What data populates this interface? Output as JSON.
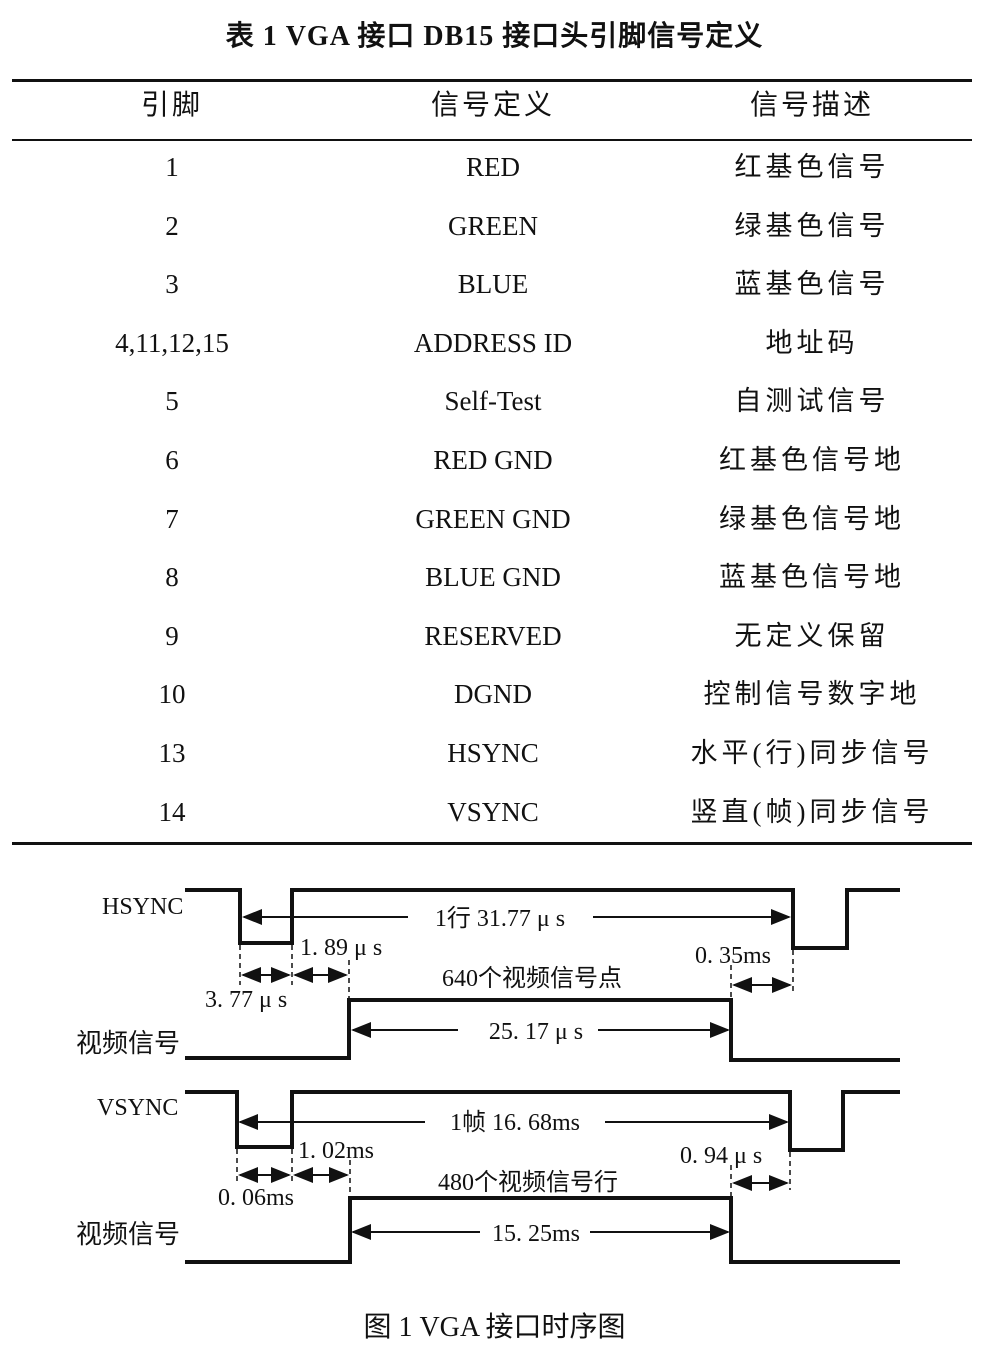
{
  "table": {
    "title": "表 1   VGA 接口 DB15 接口头引脚信号定义",
    "headers": [
      "引脚",
      "信号定义",
      "信号描述"
    ],
    "rows": [
      [
        "1",
        "RED",
        "红基色信号"
      ],
      [
        "2",
        "GREEN",
        "绿基色信号"
      ],
      [
        "3",
        "BLUE",
        "蓝基色信号"
      ],
      [
        "4,11,12,15",
        "ADDRESS ID",
        "地址码"
      ],
      [
        "5",
        "Self-Test",
        "自测试信号"
      ],
      [
        "6",
        "RED GND",
        "红基色信号地"
      ],
      [
        "7",
        "GREEN GND",
        "绿基色信号地"
      ],
      [
        "8",
        "BLUE GND",
        "蓝基色信号地"
      ],
      [
        "9",
        "RESERVED",
        "无定义保留"
      ],
      [
        "10",
        "DGND",
        "控制信号数字地"
      ],
      [
        "13",
        "HSYNC",
        "水平(行)同步信号"
      ],
      [
        "14",
        "VSYNC",
        "竖直(帧)同步信号"
      ]
    ]
  },
  "figure": {
    "caption": "图 1      VGA 接口时序图",
    "h": {
      "sync_label": "HSYNC",
      "video_label": "视频信号",
      "period": "1行  31.77 μ s",
      "back_porch": "1. 89 μ s",
      "sync_pulse": "3. 77 μ s",
      "front_porch": "0. 35ms",
      "active_desc": "640个视频信号点",
      "active_time": "25. 17 μ s"
    },
    "v": {
      "sync_label": "VSYNC",
      "video_label": "视频信号",
      "period": "1帧  16. 68ms",
      "back_porch": "1. 02ms",
      "sync_pulse": "0. 06ms",
      "front_porch": "0. 94 μ s",
      "active_desc": "480个视频信号行",
      "active_time": "15. 25ms"
    }
  }
}
